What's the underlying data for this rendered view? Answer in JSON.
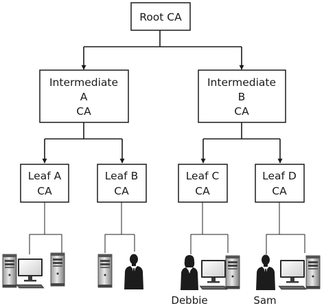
{
  "nodes": {
    "root": {
      "lines": [
        "Root CA"
      ]
    },
    "int_a": {
      "lines": [
        "Intermediate",
        "A",
        "CA"
      ]
    },
    "int_b": {
      "lines": [
        "Intermediate",
        "B",
        "CA"
      ]
    },
    "leaf_a": {
      "lines": [
        "Leaf A",
        "CA"
      ]
    },
    "leaf_b": {
      "lines": [
        "Leaf B",
        "CA"
      ]
    },
    "leaf_c": {
      "lines": [
        "Leaf C",
        "CA"
      ]
    },
    "leaf_d": {
      "lines": [
        "Leaf D",
        "CA"
      ]
    }
  },
  "endpoints": {
    "leaf_a": {
      "items": [
        "computer-tower-icon",
        "desktop-monitor-icon",
        "computer-tower-icon"
      ],
      "caption": ""
    },
    "leaf_b": {
      "items": [
        "computer-tower-icon",
        "man-person-icon"
      ],
      "caption": ""
    },
    "leaf_c": {
      "items": [
        "woman-person-icon",
        "desktop-monitor-icon",
        "computer-tower-icon"
      ],
      "caption": "Debbie"
    },
    "leaf_d": {
      "items": [
        "man-person-icon",
        "desktop-monitor-icon",
        "computer-tower-icon"
      ],
      "caption": "Sam"
    }
  }
}
